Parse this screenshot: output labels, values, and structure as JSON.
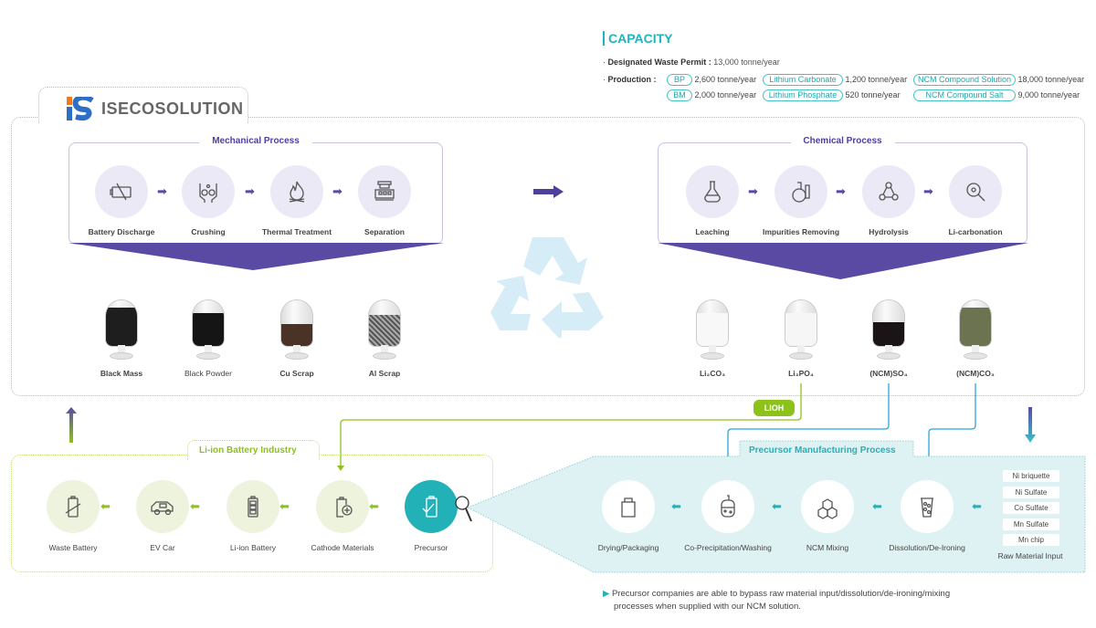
{
  "capacity": {
    "title": "CAPACITY",
    "permit_label": "Designated Waste Permit :",
    "permit_value": "13,000 tonne/year",
    "production_label": "Production :",
    "items": [
      {
        "name": "BP",
        "value": "2,600 tonne/year"
      },
      {
        "name": "Lithium Carbonate",
        "value": "1,200 tonne/year"
      },
      {
        "name": "NCM Compound Solution",
        "value": "18,000 tonne/year"
      },
      {
        "name": "BM",
        "value": "2,000 tonne/year"
      },
      {
        "name": "Lithium Phosphate",
        "value": "520 tonne/year"
      },
      {
        "name": "NCM Compound Salt",
        "value": "9,000 tonne/year"
      }
    ]
  },
  "logo": {
    "text": "ISECOSOLUTION"
  },
  "mechanical": {
    "title": "Mechanical Process",
    "steps": [
      "Battery Discharge",
      "Crushing",
      "Thermal Treatment",
      "Separation"
    ],
    "products": [
      "Black Mass",
      "Black Powder",
      "Cu Scrap",
      "Al Scrap"
    ]
  },
  "chemical": {
    "title": "Chemical Process",
    "steps": [
      "Leaching",
      "Impurities Removing",
      "Hydrolysis",
      "Li-carbonation"
    ],
    "products": [
      "Li₂CO₃",
      "Li₃PO₄",
      "(NCM)SO₄",
      "(NCM)CO₃"
    ]
  },
  "lioh": "LIOH",
  "liion": {
    "title": "Li-ion Battery Industry",
    "steps": [
      "Waste Battery",
      "EV Car",
      "Li-ion Battery",
      "Cathode Materials",
      "Precursor"
    ]
  },
  "precursor": {
    "title": "Precursor Manufacturing Process",
    "steps": [
      "Drying/Packaging",
      "Co-Precipitation/Washing",
      "NCM Mixing",
      "Dissolution/De-Ironing"
    ],
    "raw_materials": [
      "Ni briquette",
      "Ni Sulfate",
      "Co Sulfate",
      "Mn Sulfate",
      "Mn chip"
    ],
    "raw_label": "Raw Material Input"
  },
  "note": {
    "line1": "Precursor companies are able to bypass raw material input/dissolution/de-ironing/mixing",
    "line2": "processes when supplied with our NCM solution."
  },
  "colors": {
    "purple": "#4e3f9c",
    "teal": "#23b1b8",
    "green": "#8cc21a",
    "blue": "#29a8dc"
  }
}
